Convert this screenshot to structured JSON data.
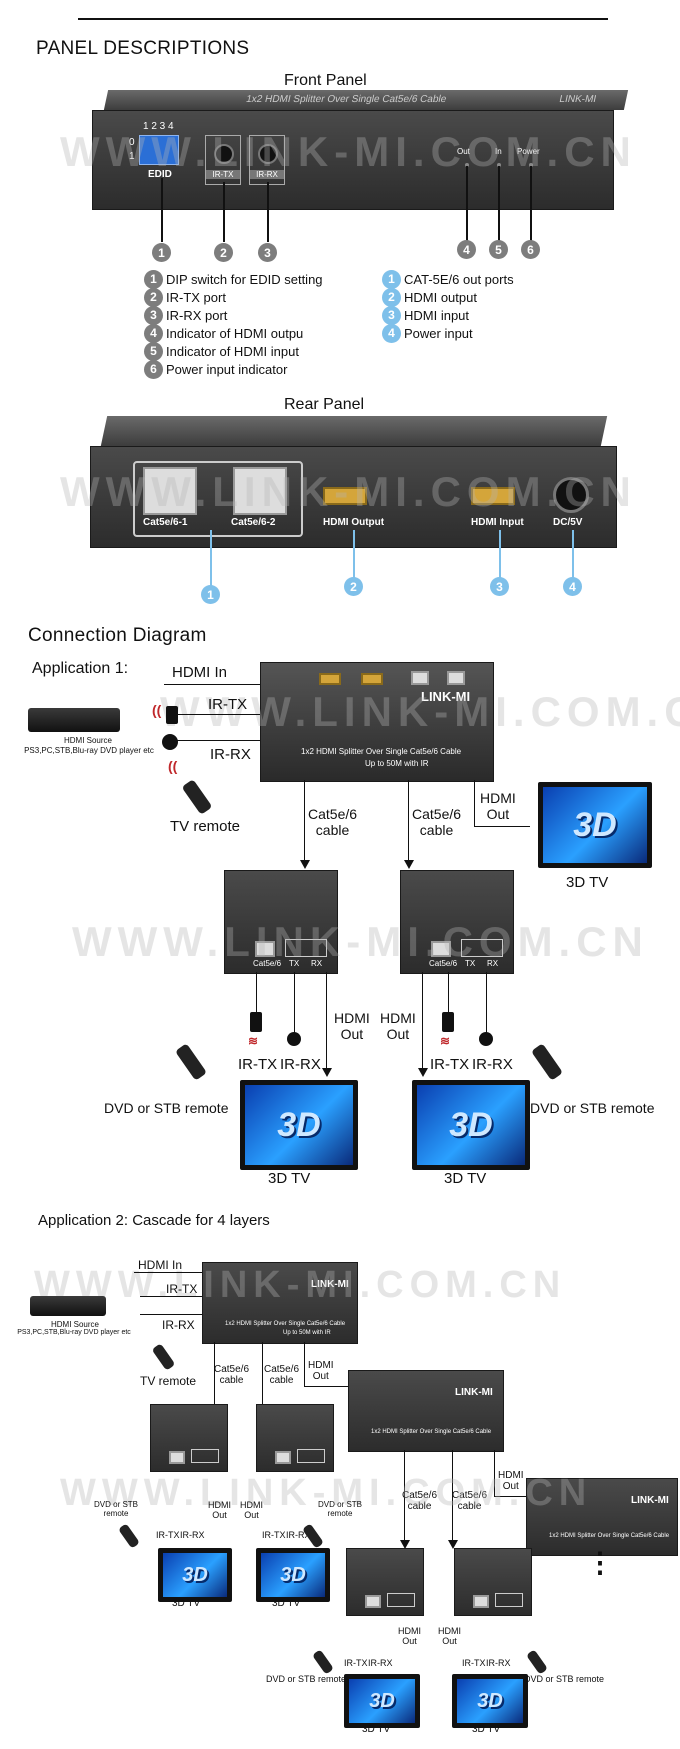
{
  "section_title": "PANEL DESCRIPTIONS",
  "front_panel": {
    "title": "Front Panel",
    "device_label": "1x2 HDMI Splitter Over Single Cat5e/6 Cable",
    "dip_numbers": "1 2 3 4",
    "dip_side": [
      "0",
      "1"
    ],
    "edid_label": "EDID",
    "irtx_label": "IR-TX",
    "irrx_label": "IR-RX",
    "out_label": "Out",
    "in_label": "In",
    "power_label": "Power",
    "brand": "LINK-MI",
    "badges": [
      "1",
      "2",
      "3",
      "4",
      "5",
      "6"
    ]
  },
  "legend_left": [
    {
      "num": "1",
      "text": "DIP switch for EDID setting"
    },
    {
      "num": "2",
      "text": "IR-TX port"
    },
    {
      "num": "3",
      "text": "IR-RX port"
    },
    {
      "num": "4",
      "text": "Indicator of HDMI outpu"
    },
    {
      "num": "5",
      "text": "Indicator of HDMI input"
    },
    {
      "num": "6",
      "text": "Power input indicator"
    }
  ],
  "legend_right": [
    {
      "num": "1",
      "text": "CAT-5E/6 out ports"
    },
    {
      "num": "2",
      "text": "HDMI output"
    },
    {
      "num": "3",
      "text": "HDMI input"
    },
    {
      "num": "4",
      "text": "Power input"
    }
  ],
  "rear_panel": {
    "title": "Rear Panel",
    "port1": "Cat5e/6-1",
    "port2": "Cat5e/6-2",
    "hdmi_out": "HDMI Output",
    "hdmi_in": "HDMI Input",
    "dc": "DC/5V",
    "badges": [
      "1",
      "2",
      "3",
      "4"
    ]
  },
  "watermark": "WWW.LINK-MI.COM.CN",
  "connection": {
    "title": "Connection Diagram",
    "app1": "Application 1:",
    "hdmi_in": "HDMI In",
    "ir_tx": "IR-TX",
    "ir_rx": "IR-RX",
    "source_line1": "HDMI Source",
    "source_line2": "PS3,PC,STB,Blu-ray DVD player etc",
    "tv_remote": "TV remote",
    "brand": "LINK-MI",
    "splitter_line1": "1x2 HDMI Splitter Over Single Cat5e/6 Cable",
    "splitter_line2": "Up to 50M with IR",
    "cable1": "Cat5e/6\ncable",
    "cable2": "Cat5e/6\ncable",
    "hdmi_out": "HDMI\nOut",
    "tv3d": "3D TV",
    "dvd_remote": "DVD or STB remote",
    "rx_port": "Cat5e/6",
    "tx": "TX",
    "rx": "RX"
  },
  "app2": {
    "title": "Application 2: Cascade for 4 layers",
    "hdmi_in": "HDMI In",
    "ir_tx": "IR-TX",
    "ir_rx": "IR-RX",
    "source_line1": "HDMI Source",
    "source_line2": "PS3,PC,STB,Blu-ray DVD player etc",
    "tv_remote": "TV remote",
    "cable": "Cat5e/6\ncable",
    "hdmi_out": "HDMI\nOut",
    "dvd_remote": "DVD or STB\nremote",
    "dvd_remote_inline": "DVD or STB remote",
    "tv3d": "3D TV",
    "brand": "LINK-MI",
    "splitter_line1": "1x2 HDMI Splitter Over Single Cat5e/6 Cable",
    "splitter_line2": "Up to 50M with IR",
    "ellipsis": "⋮"
  }
}
